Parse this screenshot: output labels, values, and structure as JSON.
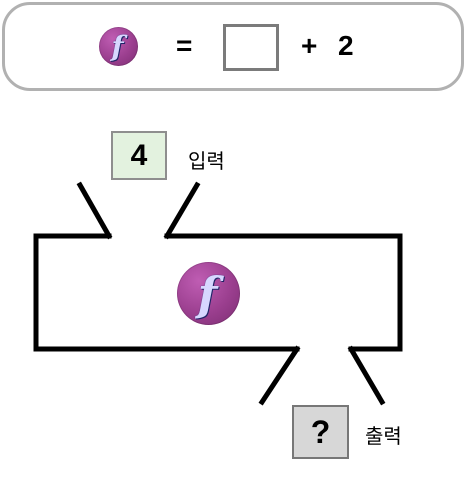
{
  "rule": {
    "function_icon": "function-f-icon",
    "equals": "=",
    "blank": "",
    "plus": "+",
    "addend": "2"
  },
  "input": {
    "value": "4",
    "label": "입력"
  },
  "machine": {
    "function_icon": "function-f-icon"
  },
  "output": {
    "value": "?",
    "label": "출력"
  },
  "colors": {
    "function_icon": "#9b3f8f",
    "input_box": "#e3f2df",
    "output_box": "#d7d7d7",
    "rule_border": "#b1b1b1"
  }
}
